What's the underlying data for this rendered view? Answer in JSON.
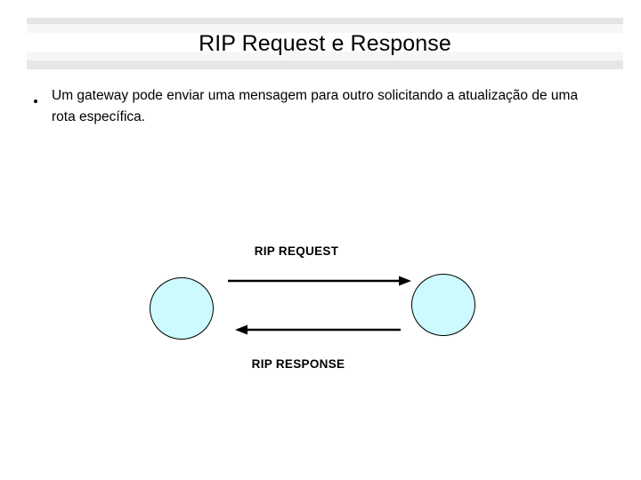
{
  "slide": {
    "title": "RIP Request e Response",
    "background_color": "#ffffff",
    "header": {
      "band_dark_color": "#e4e4e4",
      "band_light_color": "#f6f6f6"
    },
    "body": {
      "bullets": [
        {
          "marker": "bullet-dot",
          "text": "Um gateway pode enviar uma mensagem para outro solicitando a atualização de uma rota específica."
        }
      ]
    },
    "diagram": {
      "type": "message-exchange",
      "node_fill_color": "#ccfaff",
      "node_stroke_color": "#000000",
      "nodes": [
        {
          "id": "gateway-left",
          "label": ""
        },
        {
          "id": "gateway-right",
          "label": ""
        }
      ],
      "arrows": [
        {
          "id": "request-arrow",
          "label": "RIP REQUEST",
          "direction": "left-to-right"
        },
        {
          "id": "response-arrow",
          "label": "RIP RESPONSE",
          "direction": "right-to-left"
        }
      ]
    }
  }
}
